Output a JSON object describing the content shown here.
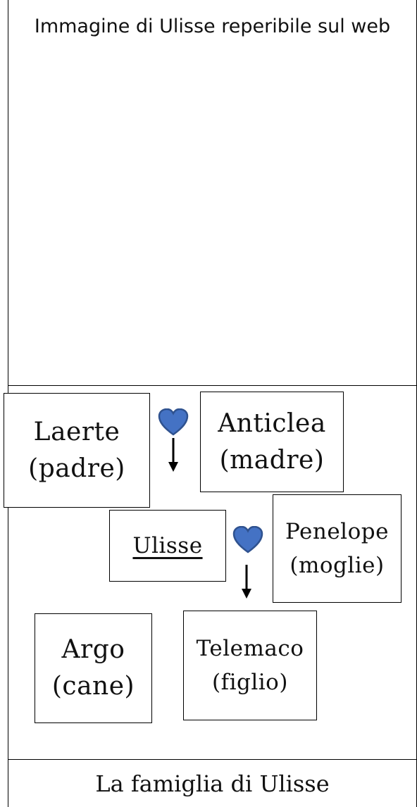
{
  "image_placeholder": {
    "text": "Immagine di Ulisse reperibile sul web"
  },
  "family": {
    "laerte": {
      "name": "Laerte",
      "role": "(padre)"
    },
    "anticlea": {
      "name": "Anticlea",
      "role": "(madre)"
    },
    "ulisse": {
      "name": "Ulisse"
    },
    "penelope": {
      "name": "Penelope",
      "role": "(moglie)"
    },
    "argo": {
      "name": "Argo",
      "role": "(cane)"
    },
    "telemaco": {
      "name": "Telemaco",
      "role": "(figlio)"
    }
  },
  "symbols": {
    "heart_color": "#4472c4",
    "heart_icon": "heart-icon",
    "arrow_icon": "arrow-down-icon"
  },
  "caption": "La famiglia di Ulisse"
}
